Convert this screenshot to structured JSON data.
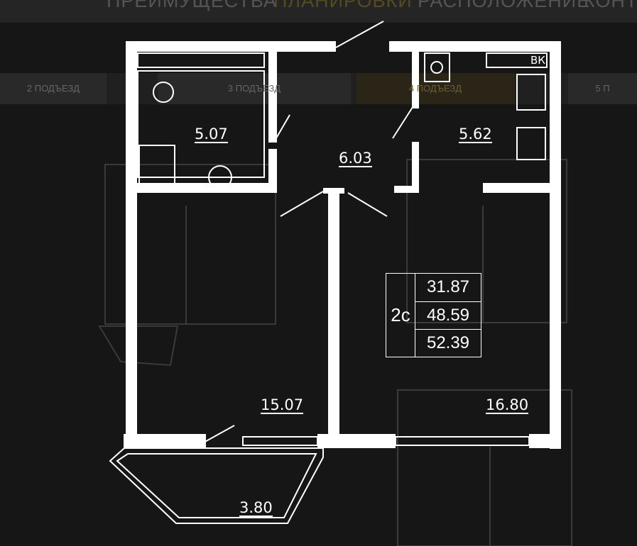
{
  "nav": {
    "items": [
      "ПРЕИМУЩЕСТВА",
      "ПЛАНИРОВКИ",
      "РАСПОЛОЖЕНИЕ",
      "КОНТ"
    ],
    "active": "ПЛАНИРОВКИ"
  },
  "tabs": [
    {
      "label": "2 ПОДЪЕЗД"
    },
    {
      "label": "3 ПОДЪЕЗД"
    },
    {
      "label": "4 ПОДЪЕЗД",
      "active": true
    },
    {
      "label": "5 П"
    }
  ],
  "plan": {
    "rooms": {
      "bathroom": "5.07",
      "hall": "6.03",
      "kitchen": "5.62",
      "room1": "15.07",
      "room2": "16.80",
      "balcony": "3.80"
    },
    "vk_label": "ВК",
    "apartment": {
      "type": "2с",
      "living_area": "31.87",
      "total_area": "48.59",
      "area_with_balcony": "52.39"
    }
  },
  "colors": {
    "background": "#161616",
    "walls": "#ffffff",
    "active_nav": "#6b5d22"
  }
}
